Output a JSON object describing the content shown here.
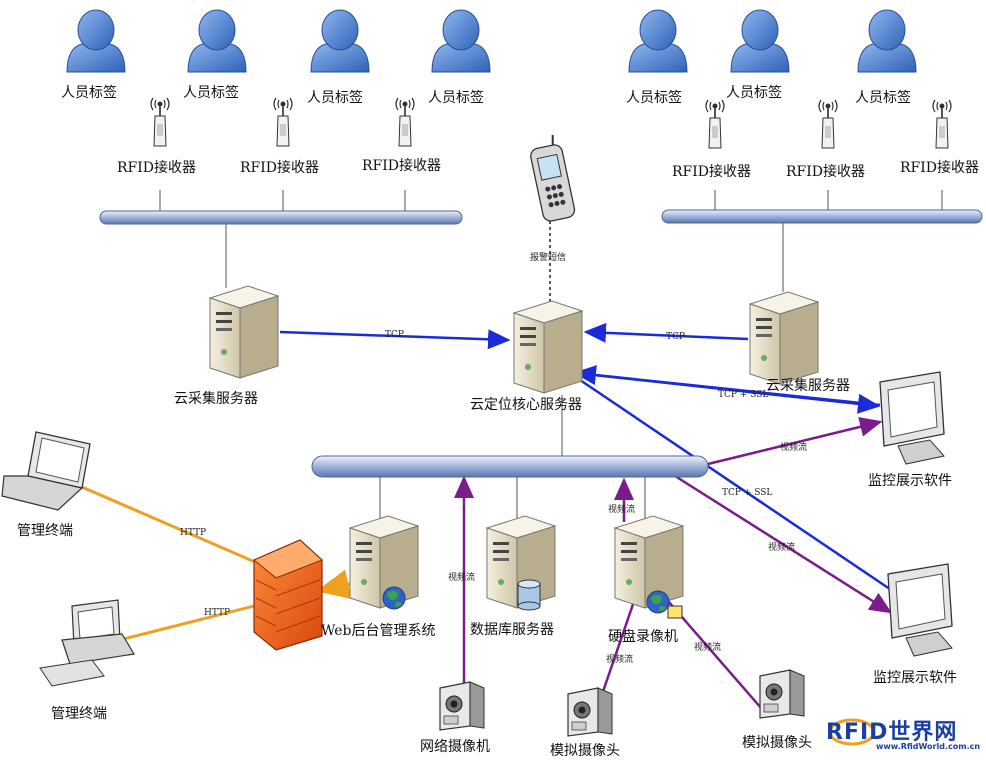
{
  "labels": {
    "person_tag": "人员标签",
    "rfid_receiver": "RFID接收器",
    "cloud_collect_server": "云采集服务器",
    "cloud_core_server": "云定位核心服务器",
    "alarm_sms": "报警短信",
    "tcp": "TCP",
    "tcp_ssl": "TCP + SSL",
    "video_stream": "视频流",
    "http": "HTTP",
    "monitor_software": "监控展示软件",
    "mgmt_terminal": "管理终端",
    "web_backend": "Web后台管理系统",
    "db_server": "数据库服务器",
    "dvr": "硬盘录像机",
    "network_camera": "网络摄像机",
    "analog_camera": "模拟摄像头"
  },
  "watermark": {
    "logo": "RFID世界网",
    "url": "www.RfidWorld.com.cn"
  },
  "colors": {
    "tcp_line": "#1c2bd8",
    "video_line": "#7a1d8a",
    "http_line": "#f0a020",
    "bus": "#9fb2d8"
  }
}
